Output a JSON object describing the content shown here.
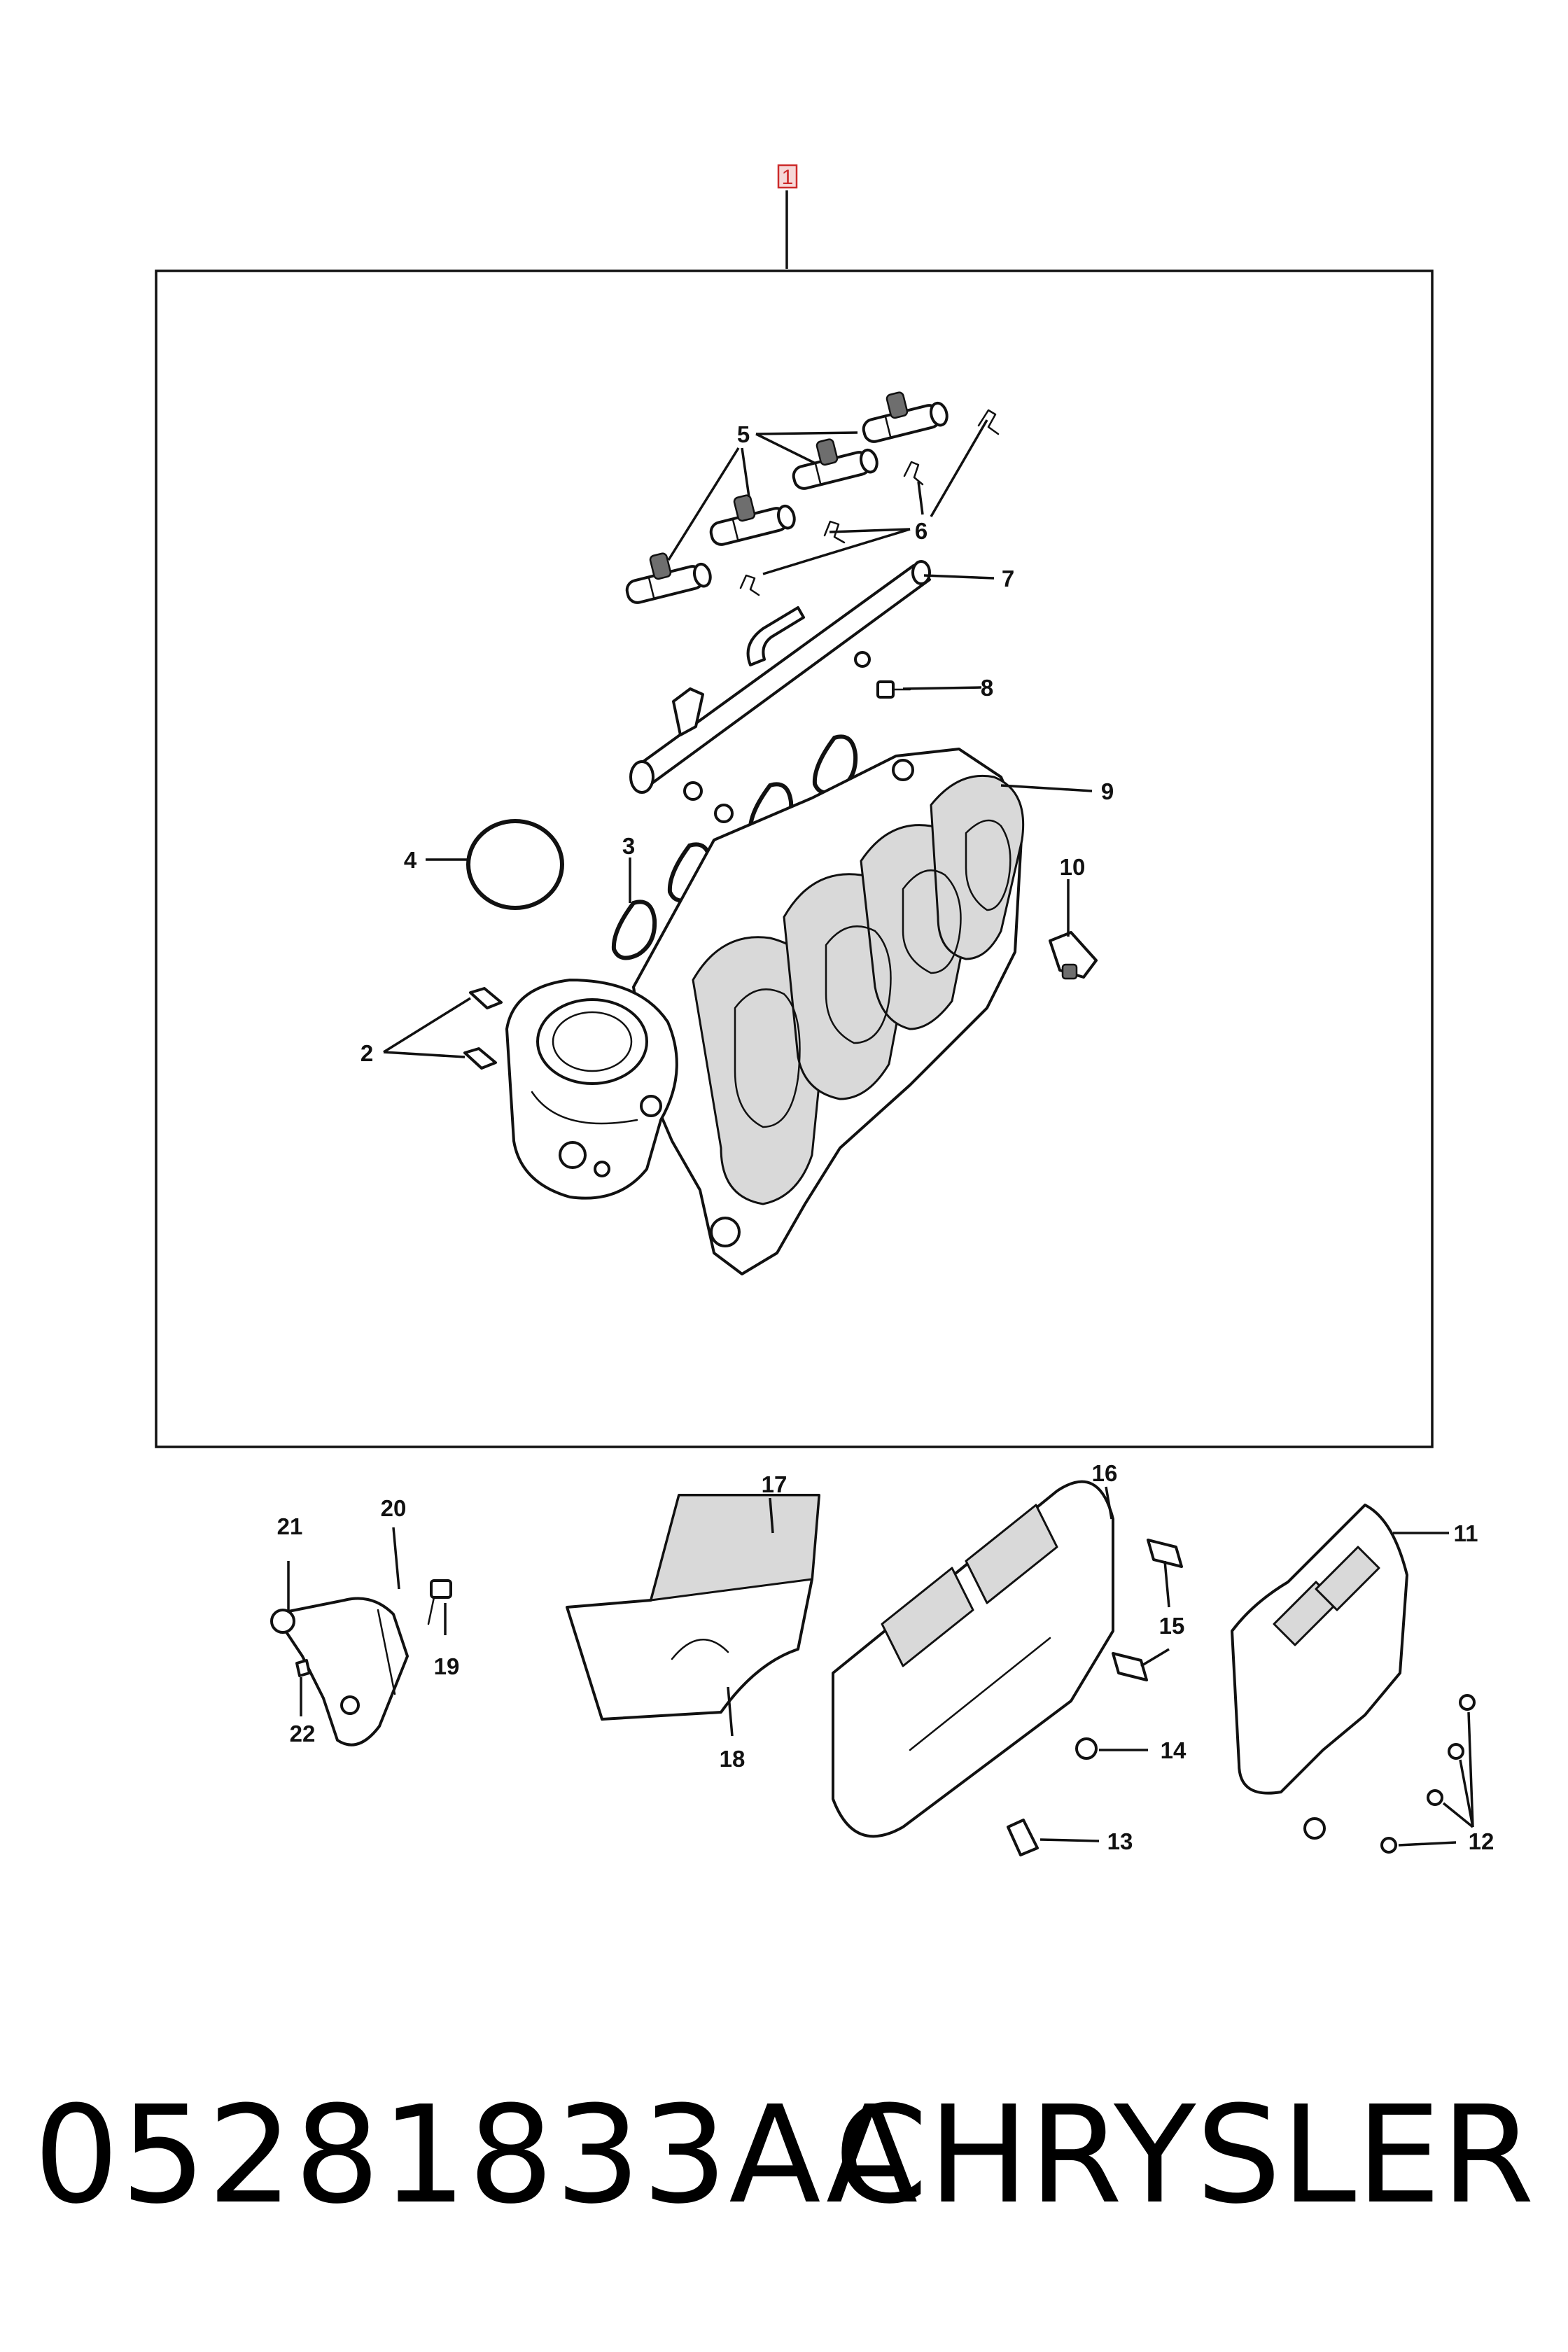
{
  "main_callout": "1",
  "callouts": {
    "c2": "2",
    "c3": "3",
    "c4": "4",
    "c5": "5",
    "c6": "6",
    "c7": "7",
    "c8": "8",
    "c9": "9",
    "c10": "10",
    "c11": "11",
    "c12": "12",
    "c13": "13",
    "c14": "14",
    "c15": "15",
    "c16": "16",
    "c17": "17",
    "c18": "18",
    "c19": "19",
    "c20": "20",
    "c21": "21",
    "c22": "22"
  },
  "footer": {
    "part_number": "05281833AA",
    "brand": "CHRYSLER"
  }
}
